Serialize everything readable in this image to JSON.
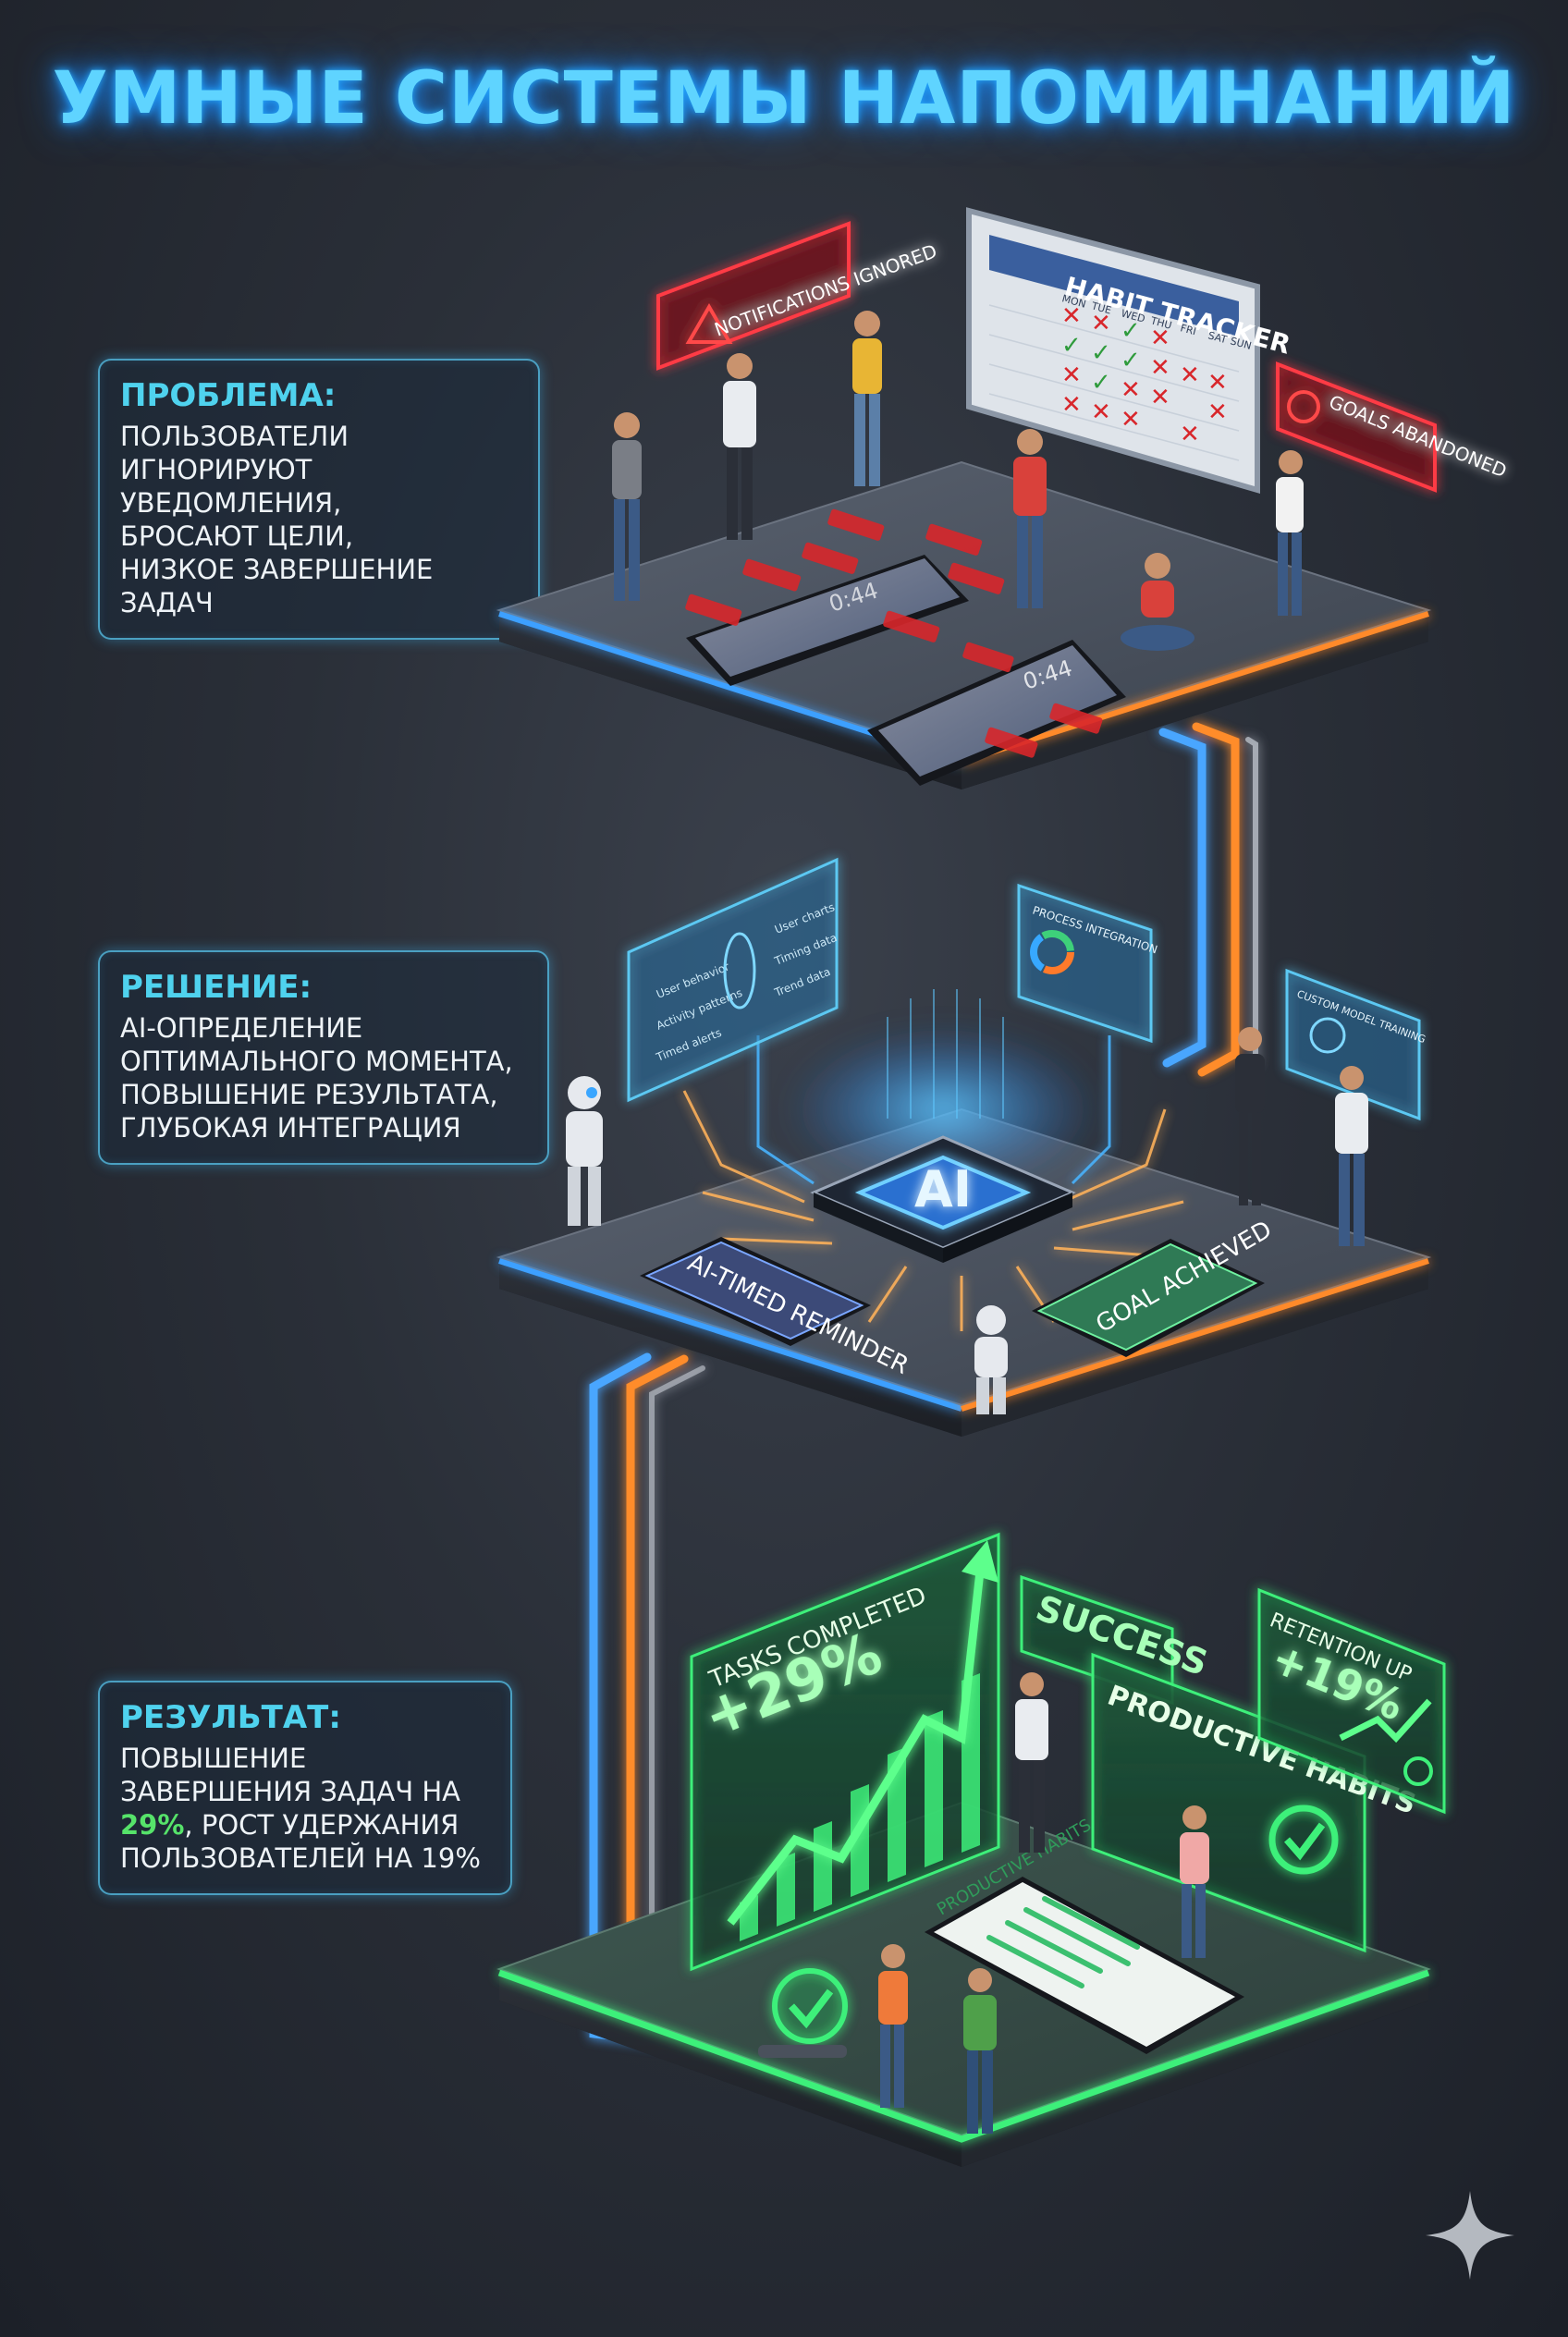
{
  "title": "УМНЫЕ СИСТЕМЫ НАПОМИНАНИЙ",
  "colors": {
    "accent_cyan": "#4fd2ee",
    "problem_red": "#ff4a4a",
    "solution_orange": "#ff9a2e",
    "result_green": "#3ef07a",
    "title_glow": "#5fd4ff"
  },
  "problem": {
    "heading": "ПРОБЛЕМА:",
    "lines": [
      "ПОЛЬЗОВАТЕЛИ",
      "ИГНОРИРУЮТ УВЕДОМЛЕНИЯ,",
      "БРОСАЮТ ЦЕЛИ,",
      "НИЗКОЕ ЗАВЕРШЕНИЕ",
      "ЗАДАЧ"
    ],
    "sign_notifications": "NOTIFICATIONS IGNORED",
    "sign_goals": "GOALS ABANDONED",
    "tracker_title": "HABIT TRACKER",
    "tracker_days": [
      "MON",
      "TUE",
      "WED",
      "THU",
      "FRI",
      "SAT",
      "SUN"
    ],
    "phone_time": "0:44"
  },
  "solution": {
    "heading": "РЕШЕНИЕ:",
    "lines": [
      "AI-ОПРЕДЕЛЕНИЕ",
      "ОПТИМАЛЬНОГО МОМЕНТА,",
      "ПОВЫШЕНИЕ РЕЗУЛЬТАТА,",
      "ГЛУБОКАЯ ИНТЕГРАЦИЯ"
    ],
    "chip_label": "AI",
    "phone_left": "AI-TIMED REMINDER",
    "phone_right": "GOAL ACHIEVED",
    "panel_process": "PROCESS INTEGRATION",
    "panel_custom": "CUSTOM MODEL TRAINING",
    "panel_user_items": [
      "User behavior",
      "Activity patterns",
      "Timed alerts"
    ],
    "panel_trend_items": [
      "User charts",
      "Timing data",
      "Trend data"
    ]
  },
  "result": {
    "heading": "РЕЗУЛЬТАТ:",
    "line1": "ПОВЫШЕНИЕ",
    "line2": "ЗАВЕРШЕНИЯ ЗАДАЧ НА",
    "line3_highlight": "29%",
    "line3_rest": ", РОСТ УДЕРЖАНИЯ",
    "line4": "ПОЛЬЗОВАТЕЛЕЙ НА 19%",
    "tasks_label": "TASKS COMPLETED",
    "tasks_value": "+29%",
    "success_label": "SUCCESS",
    "productive_label": "PRODUCTIVE HABITS",
    "retention_label": "RETENTION UP",
    "retention_value": "+19%",
    "phone_label": "PRODUCTIVE HABITS"
  }
}
